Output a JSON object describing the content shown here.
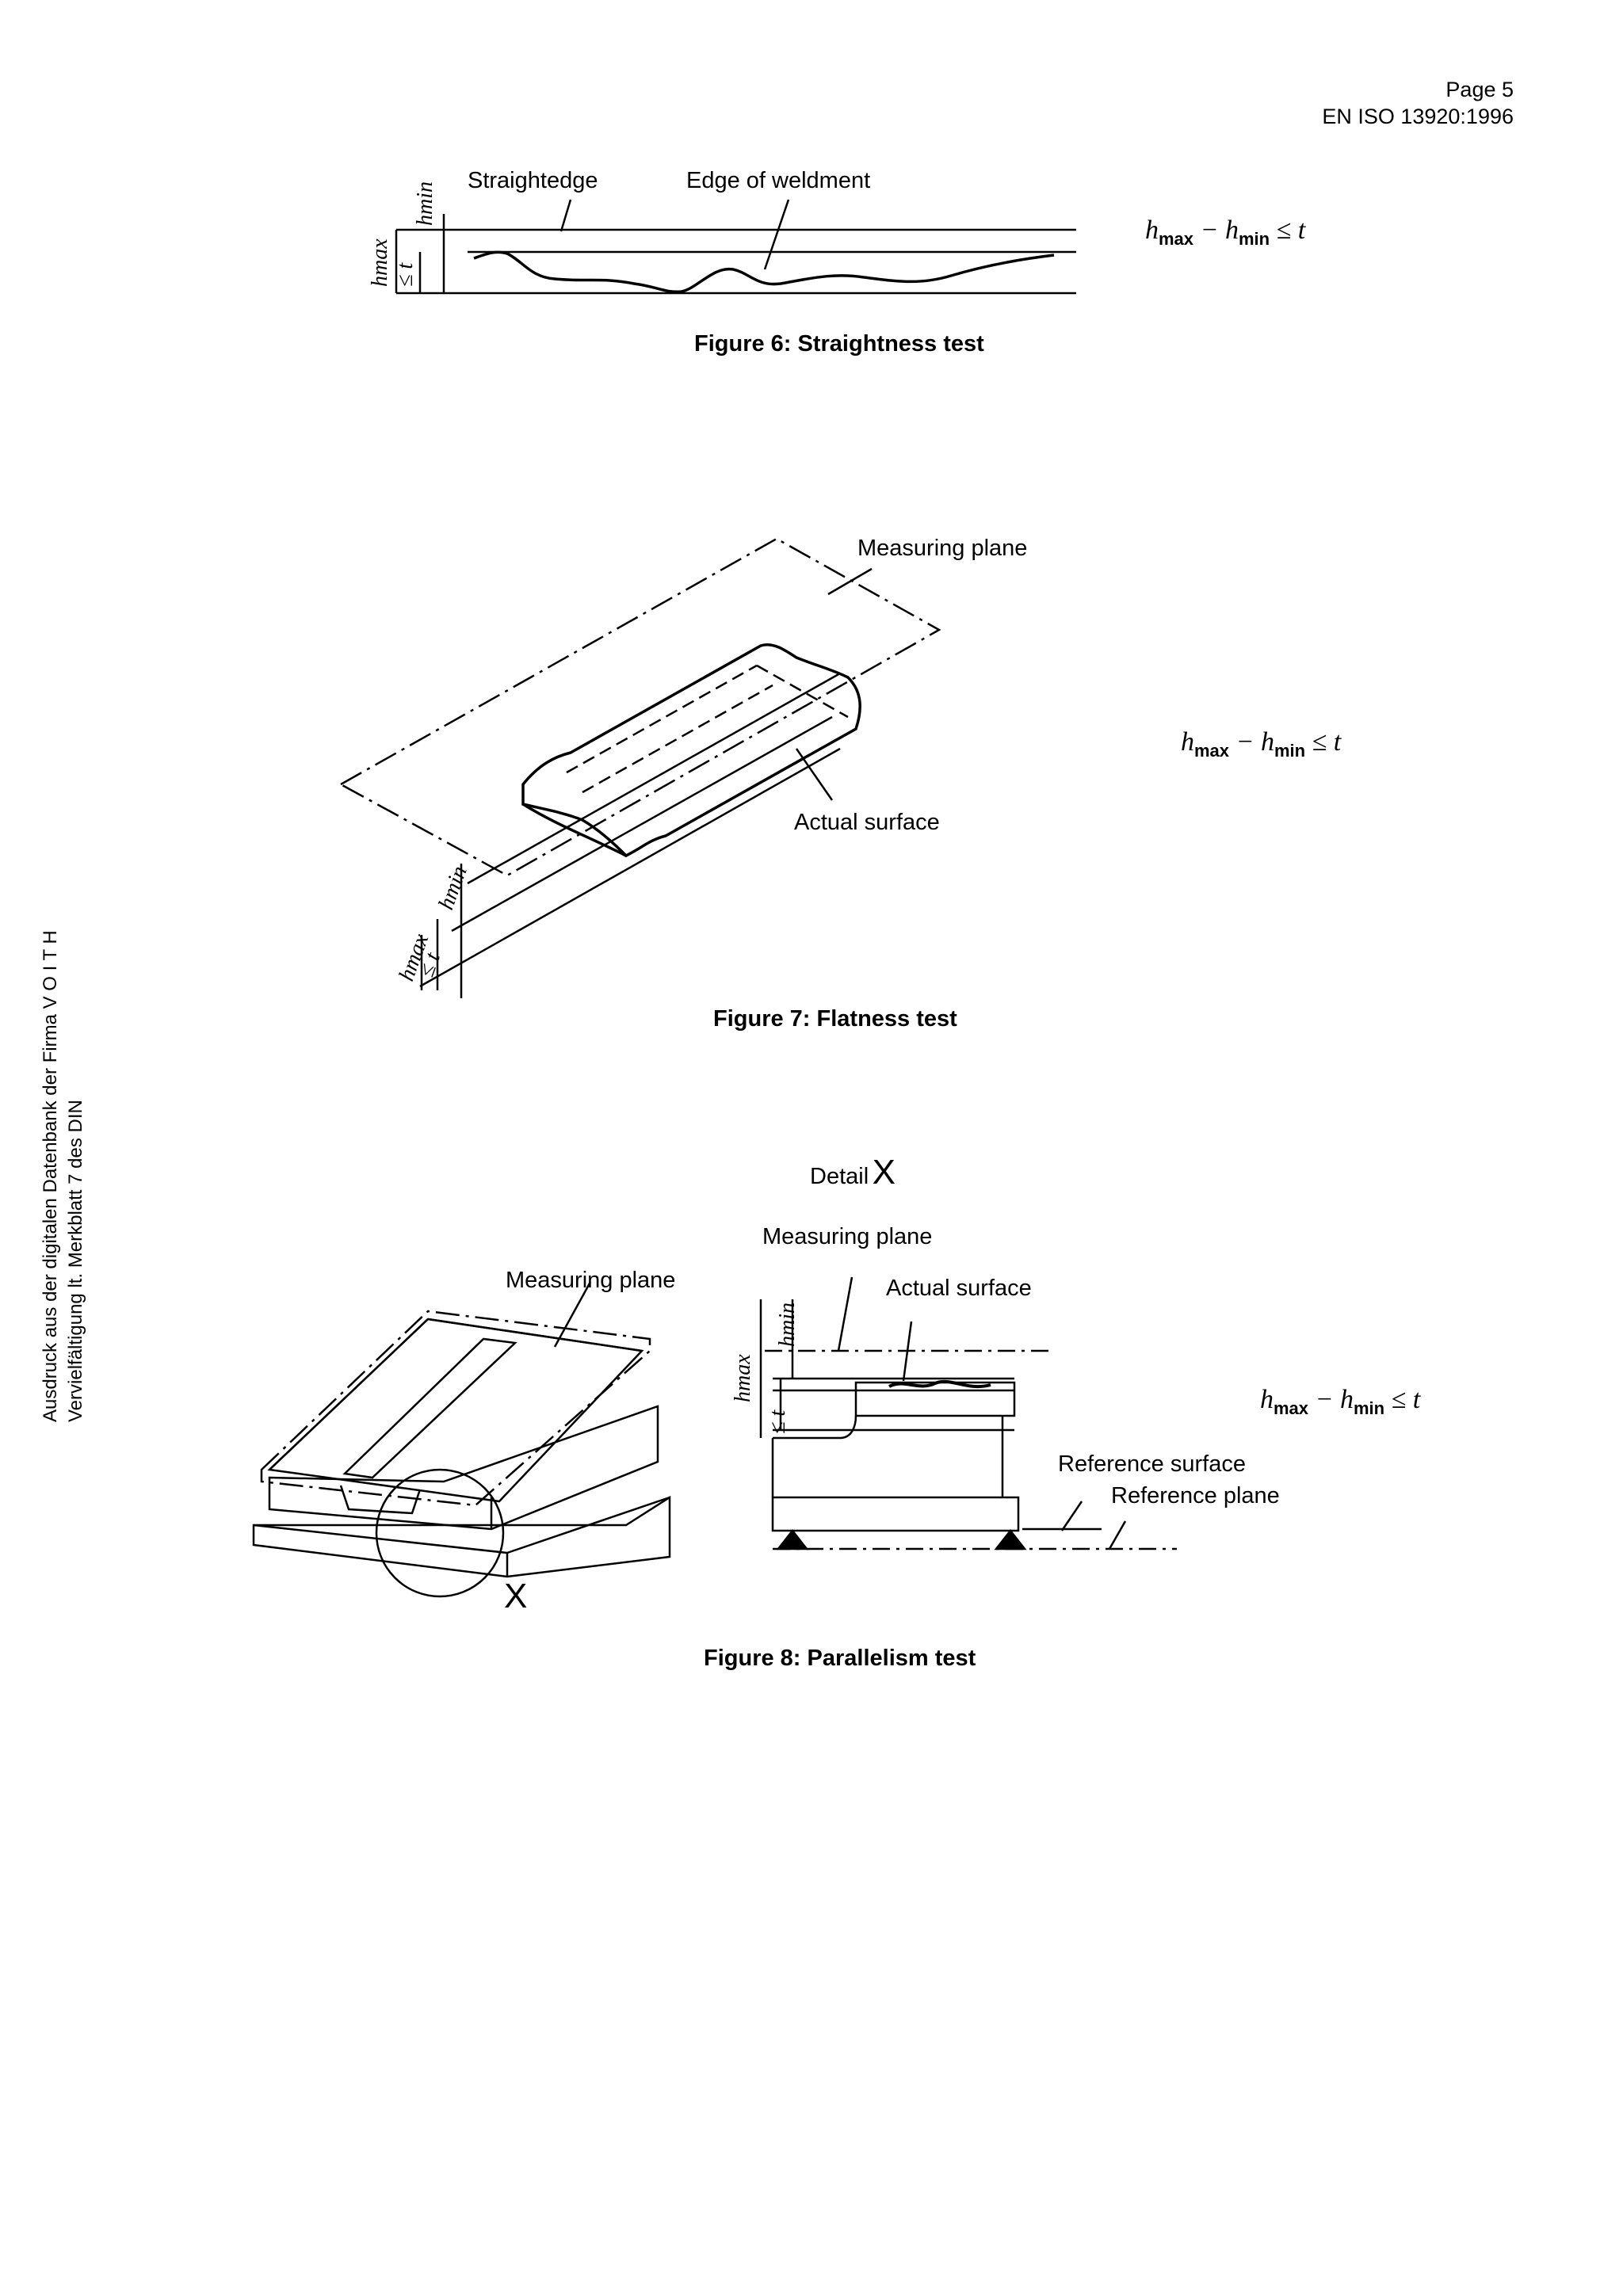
{
  "header": {
    "page": "Page 5",
    "standard": "EN ISO 13920:1996"
  },
  "side_note": {
    "line1": "Ausdruck aus der digitalen Datenbank der Firma V O I T H",
    "line2": "Vervielfältigung lt. Merkblatt 7 des DIN"
  },
  "fig6": {
    "label_straightedge": "Straightedge",
    "label_edge": "Edge of weldment",
    "caption": "Figure 6: Straightness test"
  },
  "fig7": {
    "label_measuring_plane": "Measuring plane",
    "label_actual_surface": "Actual surface",
    "caption": "Figure 7: Flatness test"
  },
  "fig8": {
    "detail_word": "Detail",
    "detail_letter": "X",
    "label_measuring_plane_left": "Measuring plane",
    "label_measuring_plane_detail": "Measuring plane",
    "label_actual_surface": "Actual surface",
    "label_reference_surface": "Reference surface",
    "label_reference_plane": "Reference plane",
    "label_x": "X",
    "caption": "Figure 8: Parallelism test"
  },
  "formula": {
    "h": "h",
    "max": "max",
    "min": "min",
    "rest": "≤ t"
  },
  "dim_symbols": {
    "hmax": "hmax",
    "hmin": "hmin",
    "le_t": "≤ t"
  }
}
